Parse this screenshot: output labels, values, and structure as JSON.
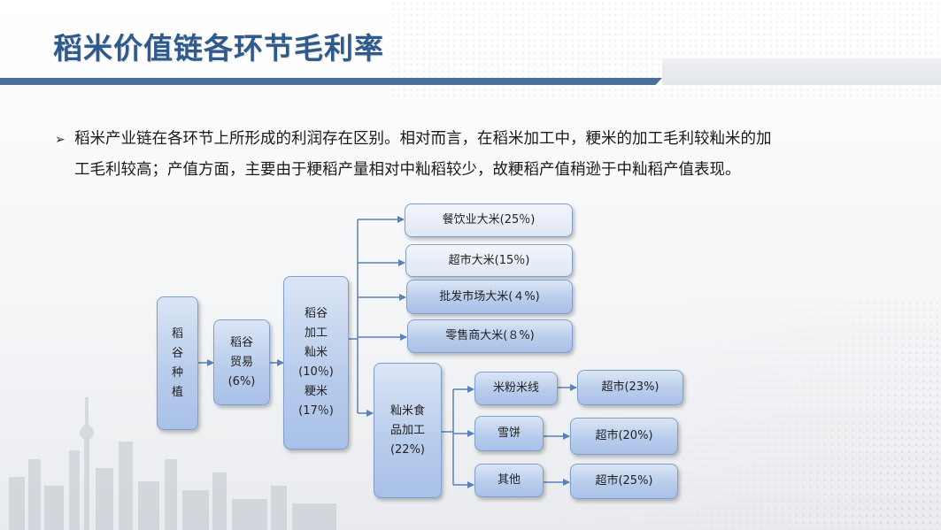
{
  "title": "稻米价值链各环节毛利率",
  "bullet": {
    "marker": "➢",
    "line1": "稻米产业链在各环节上所形成的利润存在区别。相对而言，在稻米加工中，粳米的加工毛利较籼米的加",
    "line2": "工毛利较高；产值方面，主要由于粳稻产量相对中籼稻较少，故粳稻产值稍逊于中籼稻产值表现。"
  },
  "nodes": {
    "planting": [
      "稻",
      "谷",
      "种",
      "植"
    ],
    "trade": [
      "稻谷",
      "贸易",
      "(6%)"
    ],
    "processing": [
      "稻谷",
      "加工",
      "籼米",
      "(10％)",
      "粳米",
      "(17％)"
    ],
    "restaurant": "餐饮业大米(25％)",
    "supermarket_rice": "超市大米(15％)",
    "wholesale": "批发市场大米(４%)",
    "retail": "零售商大米(８%)",
    "food_processing": [
      "籼米食",
      "品加工",
      "(22%)"
    ],
    "rice_noodle": "米粉米线",
    "rice_cake": "雪饼",
    "other": "其他",
    "sm_noodle": "超市(23%)",
    "sm_cake": "超市(20%)",
    "sm_other": "超市(25%)"
  },
  "colors": {
    "title": "#2e5a8c",
    "title_bar": "#4a6f95",
    "box_border": "#7f9fcf",
    "connector": "#5a80b8"
  }
}
